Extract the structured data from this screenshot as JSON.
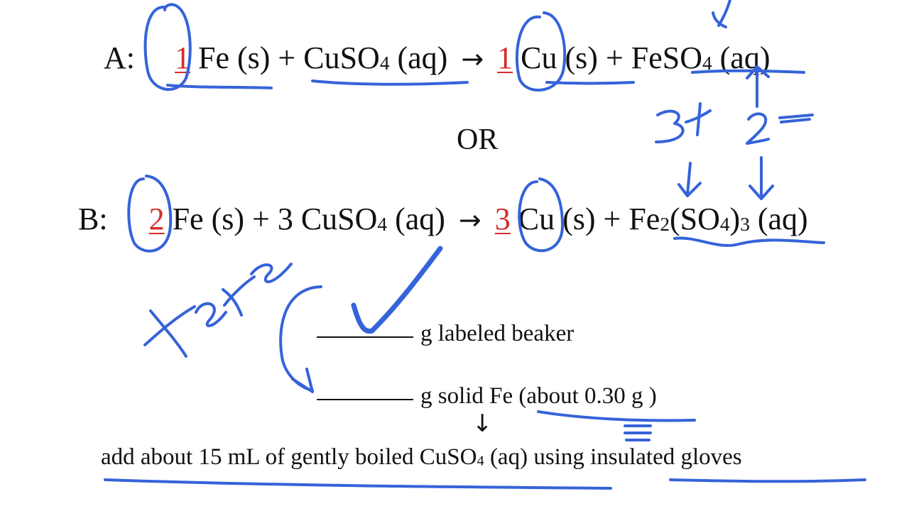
{
  "reaction_a": {
    "label": "A:",
    "coef_fe": "1",
    "fe": "Fe (s) + CuSO",
    "fe_sub": "4",
    "fe_tail": " (aq)",
    "coef_cu": "1",
    "cu": "Cu (s)  +  FeSO",
    "cu_sub": "4",
    "cu_tail": " (aq)",
    "arrow": "→"
  },
  "or_text": "OR",
  "reaction_b": {
    "label": "B:",
    "coef_fe": "2",
    "fe": "Fe (s) + 3 CuSO",
    "fe_sub": "4",
    "fe_tail": " (aq)",
    "coef_cu": "3",
    "cu": "Cu (s) + Fe",
    "cu_sub1": "2",
    "cu_mid": "(SO",
    "cu_sub2": "4",
    "cu_mid2": ")",
    "cu_sub3": "3",
    "cu_tail": " (aq)",
    "arrow": "→"
  },
  "procedure": {
    "beaker_text": "g labeled beaker",
    "fe_text": "g solid Fe (about 0.30 g )",
    "down_arrow": "↓",
    "add_text": "add about 15 mL of gently boiled CuSO",
    "add_sub": "4",
    "add_tail": " (aq) using insulated gloves"
  },
  "colors": {
    "ink": "#3563d9",
    "coefficient": "#d62b2b",
    "text": "#111111"
  }
}
